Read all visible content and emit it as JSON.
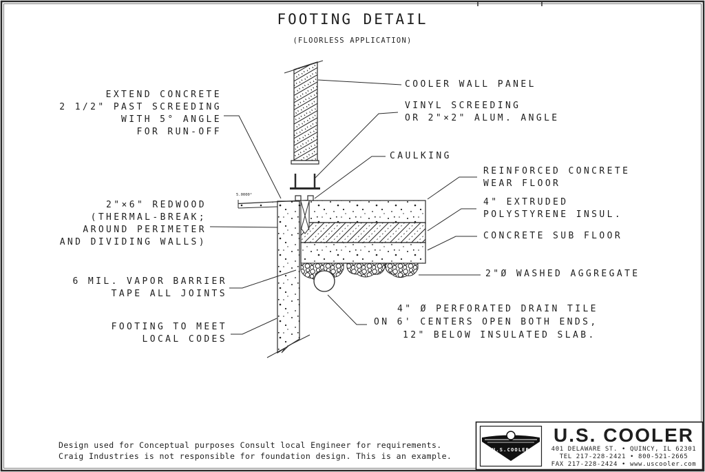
{
  "page": {
    "title": "FOOTING DETAIL",
    "subtitle": "(FLOORLESS APPLICATION)"
  },
  "callouts": {
    "extend_concrete": {
      "lines": [
        "EXTEND CONCRETE",
        "2 1/2\" PAST SCREEDING",
        "WITH 5° ANGLE",
        "FOR RUN-OFF"
      ]
    },
    "redwood": {
      "lines": [
        "2\"×6\" REDWOOD",
        "(THERMAL-BREAK;",
        "AROUND PERIMETER",
        "AND DIVIDING WALLS)"
      ]
    },
    "vapor_barrier": {
      "lines": [
        "6 MIL. VAPOR BARRIER",
        "TAPE ALL JOINTS"
      ]
    },
    "footing_codes": {
      "lines": [
        "FOOTING TO MEET",
        "LOCAL CODES"
      ]
    },
    "cooler_wall_panel": {
      "lines": [
        "COOLER WALL PANEL"
      ]
    },
    "vinyl_screeding": {
      "lines": [
        "VINYL SCREEDING",
        "OR 2\"×2\" ALUM. ANGLE"
      ]
    },
    "caulking": {
      "lines": [
        "CAULKING"
      ]
    },
    "wear_floor": {
      "lines": [
        "REINFORCED CONCRETE",
        "WEAR FLOOR"
      ]
    },
    "polystyrene": {
      "lines": [
        "4\" EXTRUDED",
        "POLYSTYRENE INSUL."
      ]
    },
    "sub_floor": {
      "lines": [
        "CONCRETE SUB FLOOR"
      ]
    },
    "aggregate": {
      "lines": [
        "2\"Ø WASHED AGGREGATE"
      ]
    },
    "drain_tile": {
      "lines": [
        "4\" Ø PERFORATED DRAIN TILE",
        "ON 6' CENTERS OPEN BOTH ENDS,",
        "12\" BELOW INSULATED SLAB."
      ]
    }
  },
  "drawing_note": {
    "slope": "5.0000°"
  },
  "disclaimer": {
    "line1": "Design used for Conceptual purposes Consult local Engineer for requirements.",
    "line2": "Craig Industries is not responsible for foundation design. This is an example."
  },
  "title_block": {
    "company": "U.S.  COOLER",
    "logo_text": "U.S.COOLER",
    "address": "401 DELAWARE ST.  •  QUINCY, IL 62301",
    "phone": "TEL 217-228-2421  •  800-521-2665",
    "fax": "FAX 217-228-2424 • www.uscooler.com"
  },
  "colors": {
    "ink": "#1e1e1e",
    "paper": "#ffffff"
  }
}
